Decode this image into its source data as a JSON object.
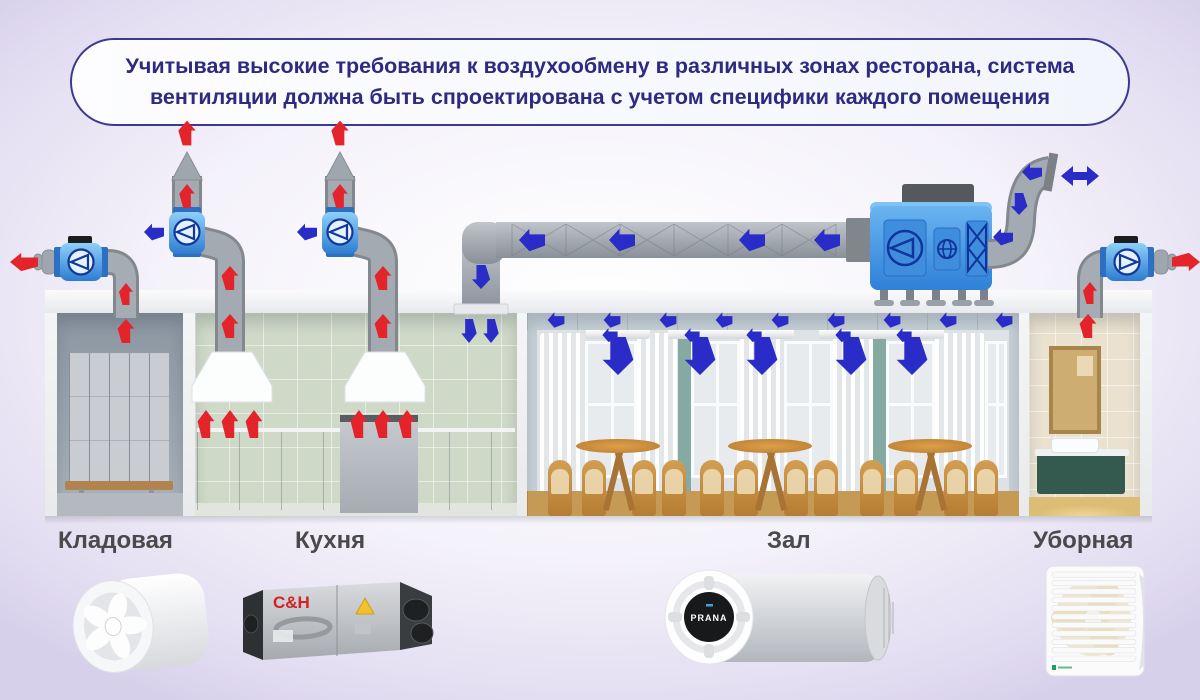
{
  "header": {
    "text": "Учитывая высокие требования к воздухообмену в различных зонах ресторана, система вентиляции должна быть спроектирована с учетом специфики каждого помещения"
  },
  "zones": [
    {
      "id": "storage",
      "label": "Кладовая"
    },
    {
      "id": "kitchen",
      "label": "Кухня"
    },
    {
      "id": "hall",
      "label": "Зал"
    },
    {
      "id": "restroom",
      "label": "Уборная"
    }
  ],
  "products": [
    {
      "zone": "storage",
      "type": "inline-duct-fan",
      "logo": ""
    },
    {
      "zone": "kitchen",
      "type": "heat-recovery-ventilator",
      "logo": "C&H"
    },
    {
      "zone": "hall",
      "type": "wall-recuperator",
      "logo": "PRANA"
    },
    {
      "zone": "restroom",
      "type": "wall-exhaust-fan",
      "logo": ""
    }
  ],
  "colors": {
    "exhaust_arrow": "#e3242b",
    "supply_arrow": "#2a2cc7",
    "fan_unit_blue": "#56aef0",
    "ahu_blue": "#3f8ede",
    "duct_gray": "#9aa0a8",
    "header_border": "#3d3a8e",
    "header_text": "#2d2a80",
    "label_text": "#4a4a4c"
  }
}
